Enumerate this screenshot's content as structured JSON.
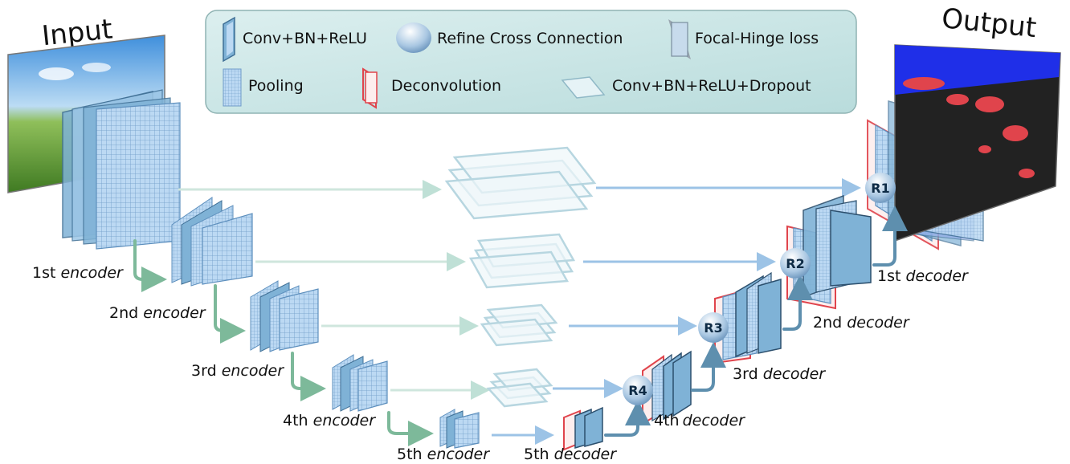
{
  "title_input": "Input",
  "title_output": "Output",
  "legend": {
    "conv_bn_relu": "Conv+BN+ReLU",
    "refine_cross_connection": "Refine Cross Connection",
    "focal_hinge_loss": "Focal-Hinge loss",
    "pooling": "Pooling",
    "deconvolution": "Deconvolution",
    "conv_bn_relu_dropout": "Conv+BN+ReLU+Dropout"
  },
  "encoders": [
    {
      "ord": "1st",
      "word": "encoder"
    },
    {
      "ord": "2nd",
      "word": "encoder"
    },
    {
      "ord": "3rd",
      "word": "encoder"
    },
    {
      "ord": "4th",
      "word": "encoder"
    },
    {
      "ord": "5th",
      "word": "encoder"
    }
  ],
  "decoders": [
    {
      "ord": "1st",
      "word": "decoder"
    },
    {
      "ord": "2nd",
      "word": "decoder"
    },
    {
      "ord": "3rd",
      "word": "decoder"
    },
    {
      "ord": "4th",
      "word": "decoder"
    },
    {
      "ord": "5th",
      "word": "decoder"
    }
  ],
  "refine_nodes": [
    "R1",
    "R2",
    "R3",
    "R4"
  ],
  "colors": {
    "conv": "#7fb2d6",
    "pool": "#b9d8f2",
    "deconv": "#e0444c",
    "dropout": "#d8eef3",
    "encoder_arrow": "#7db99a",
    "decoder_arrow": "#5e8fae",
    "legend_bg": "#cfe6e6"
  }
}
